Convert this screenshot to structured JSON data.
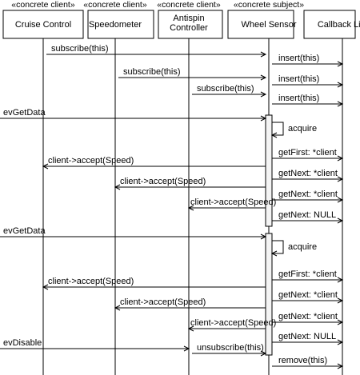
{
  "objects": [
    {
      "id": "cc",
      "stereotype": "«concrete client»",
      "name_lines": [
        "Cruise Control"
      ]
    },
    {
      "id": "sp",
      "stereotype": "«concrete client»",
      "name_lines": [
        "Speedometer"
      ]
    },
    {
      "id": "ac",
      "stereotype": "«concrete client»",
      "name_lines": [
        "Antispin",
        "Controller"
      ]
    },
    {
      "id": "ws",
      "stereotype": "«concrete subject»",
      "name_lines": [
        "Wheel Sensor"
      ]
    },
    {
      "id": "cl",
      "stereotype": "",
      "name_lines": [
        "Callback List"
      ]
    }
  ],
  "messages": [
    {
      "from": "cc",
      "to": "ws",
      "label": "subscribe(this)"
    },
    {
      "from": "ws",
      "to": "cl",
      "label": "insert(this)"
    },
    {
      "from": "sp",
      "to": "ws",
      "label": "subscribe(this)"
    },
    {
      "from": "ws",
      "to": "cl",
      "label": "insert(this)"
    },
    {
      "from": "ac",
      "to": "ws",
      "label": "subscribe(this)"
    },
    {
      "from": "ws",
      "to": "cl",
      "label": "insert(this)"
    },
    {
      "from": "env",
      "to": "ws",
      "label": "evGetData"
    },
    {
      "from": "ws",
      "to": "ws",
      "label": "acquire"
    },
    {
      "from": "ws",
      "to": "cl",
      "label": "getFirst: *client"
    },
    {
      "from": "ws",
      "to": "cc",
      "label": "client->accept(Speed)"
    },
    {
      "from": "ws",
      "to": "cl",
      "label": "getNext: *client"
    },
    {
      "from": "ws",
      "to": "sp",
      "label": "client->accept(Speed)"
    },
    {
      "from": "ws",
      "to": "cl",
      "label": "getNext: *client"
    },
    {
      "from": "ws",
      "to": "ac",
      "label": "client->accept(Speed)"
    },
    {
      "from": "ws",
      "to": "cl",
      "label": "getNext: NULL"
    },
    {
      "from": "env",
      "to": "ws",
      "label": "evGetData"
    },
    {
      "from": "ws",
      "to": "ws",
      "label": "acquire"
    },
    {
      "from": "ws",
      "to": "cl",
      "label": "getFirst: *client"
    },
    {
      "from": "ws",
      "to": "cc",
      "label": "client->accept(Speed)"
    },
    {
      "from": "ws",
      "to": "cl",
      "label": "getNext: *client"
    },
    {
      "from": "ws",
      "to": "sp",
      "label": "client->accept(Speed)"
    },
    {
      "from": "ws",
      "to": "cl",
      "label": "getNext: *client"
    },
    {
      "from": "ws",
      "to": "ac",
      "label": "client->accept(Speed)"
    },
    {
      "from": "ws",
      "to": "cl",
      "label": "getNext: NULL"
    },
    {
      "from": "env",
      "to": "ac",
      "label": "evDisable"
    },
    {
      "from": "ac",
      "to": "ws",
      "label": "unsubscribe(this)"
    },
    {
      "from": "ws",
      "to": "cl",
      "label": "remove(this)"
    }
  ]
}
